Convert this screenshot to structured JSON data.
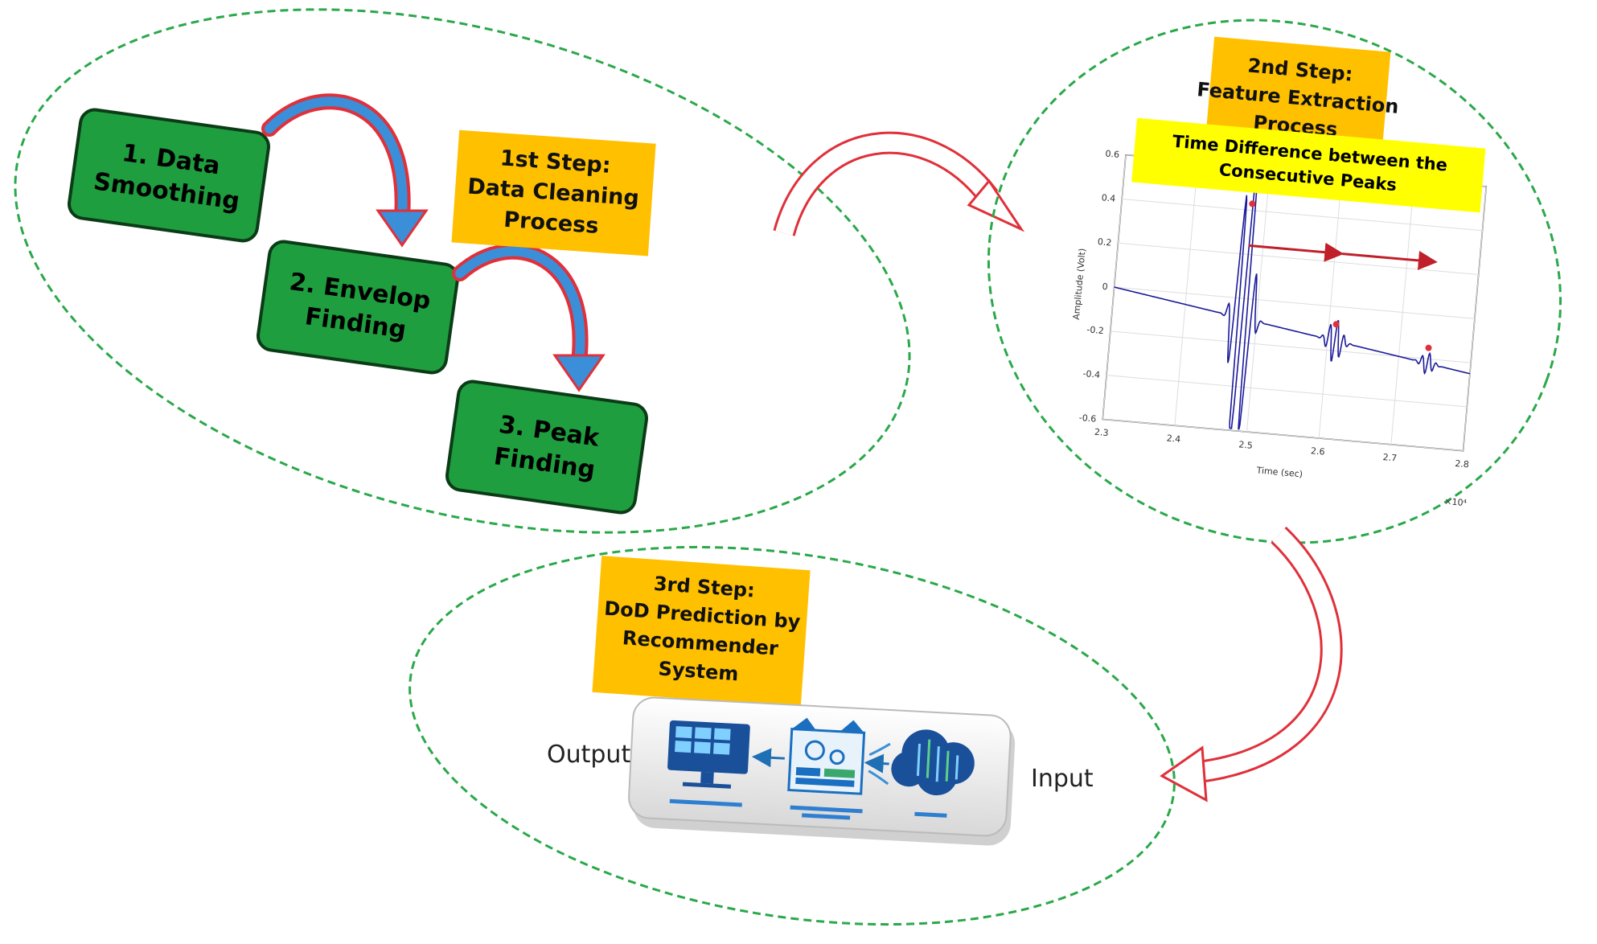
{
  "colors": {
    "ellipse_border": "#2aa84a",
    "step_box": "#ffc000",
    "process_box": "#1f9e3f",
    "process_box_border": "#0b3b17",
    "flow_arrow_outline": "#e0303a",
    "flow_arrow_fill": "#3a8fd8",
    "signal": "#1a1a9a",
    "chart_title_bg": "#ffff00"
  },
  "step1": {
    "title_line1": "1st Step:",
    "title_line2": "Data Cleaning",
    "title_line3": "Process",
    "boxes": [
      {
        "line1": "1. Data",
        "line2": "Smoothing"
      },
      {
        "line1": "2. Envelop",
        "line2": "Finding"
      },
      {
        "line1": "3. Peak",
        "line2": "Finding"
      }
    ]
  },
  "step2": {
    "title_line1": "2nd Step:",
    "title_line2": "Feature Extraction",
    "title_line3": "Process",
    "chart_title_line1": "Time Difference between the",
    "chart_title_line2": "Consecutive Peaks"
  },
  "step3": {
    "title_line1": "3rd Step:",
    "title_line2": "DoD Prediction by",
    "title_line3": "Recommender",
    "title_line4": "System",
    "output_label": "Output",
    "input_label": "Input"
  },
  "chart_data": {
    "type": "line",
    "xlabel": "Time (sec)",
    "ylabel": "Amplitude (Volt)",
    "x_exponent": "×10⁴",
    "xlim": [
      2.3,
      2.8
    ],
    "ylim": [
      -0.6,
      0.6
    ],
    "xticks": [
      "2.3",
      "2.4",
      "2.5",
      "2.6",
      "2.7",
      "2.8"
    ],
    "yticks": [
      "0.6",
      "0.4",
      "0.2",
      "0",
      "-0.2",
      "-0.4",
      "-0.6"
    ],
    "grid": true,
    "peaks": [
      {
        "x": 2.48,
        "y": 0.43
      },
      {
        "x": 2.61,
        "y": -0.08
      },
      {
        "x": 2.74,
        "y": -0.15
      }
    ]
  }
}
